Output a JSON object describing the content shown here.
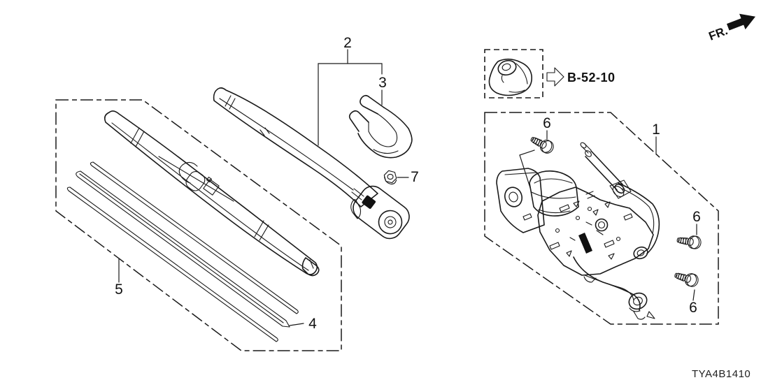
{
  "diagram": {
    "code": "TYA4B1410",
    "direction_label": "FR.",
    "reference_label": "B-52-10",
    "callouts": {
      "motor_assembly": "1",
      "wiper_arm": "2",
      "arm_cap": "3",
      "blade_rubber": "4",
      "wiper_blade": "5",
      "bolt": "6",
      "nut": "7"
    }
  },
  "colors": {
    "ink": "#1a1a1a",
    "background": "#ffffff"
  }
}
